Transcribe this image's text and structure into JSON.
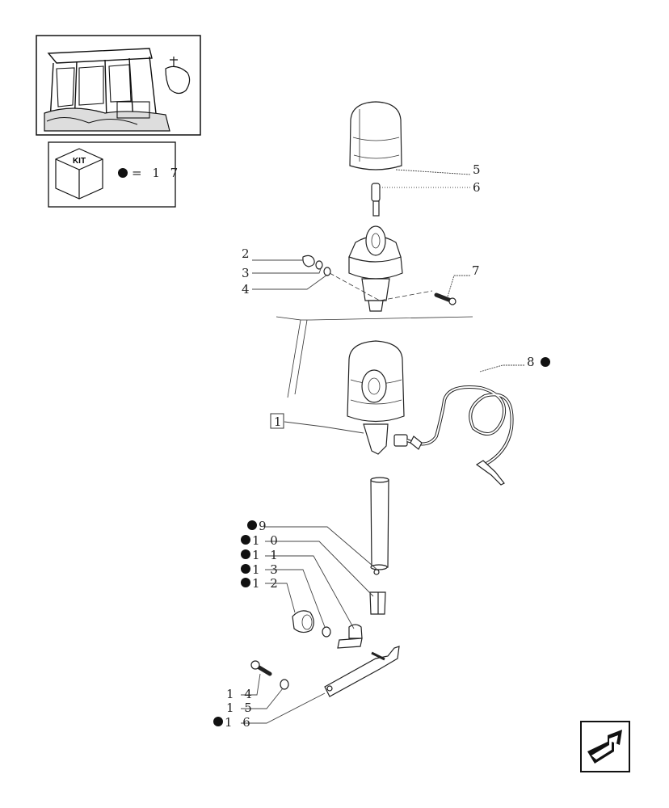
{
  "kit_box": {
    "label": "KIT",
    "equals": "= 1 7"
  },
  "callouts": {
    "c5": "5",
    "c6": "6",
    "c2": "2",
    "c3": "3",
    "c4": "4",
    "c7": "7",
    "c8": "8",
    "c1": "1",
    "c9": "9",
    "c10": "1 0",
    "c11": "1 1",
    "c13": "1 3",
    "c12": "1 2",
    "c14": "1 4",
    "c15": "1 5",
    "c16": "1 6"
  },
  "icons": {
    "thumbnail": "tractor-cab-thumbnail",
    "kit": "kit-cube-icon",
    "bullet": "kit-bullet-icon",
    "nav": "next-page-arrow-icon"
  }
}
